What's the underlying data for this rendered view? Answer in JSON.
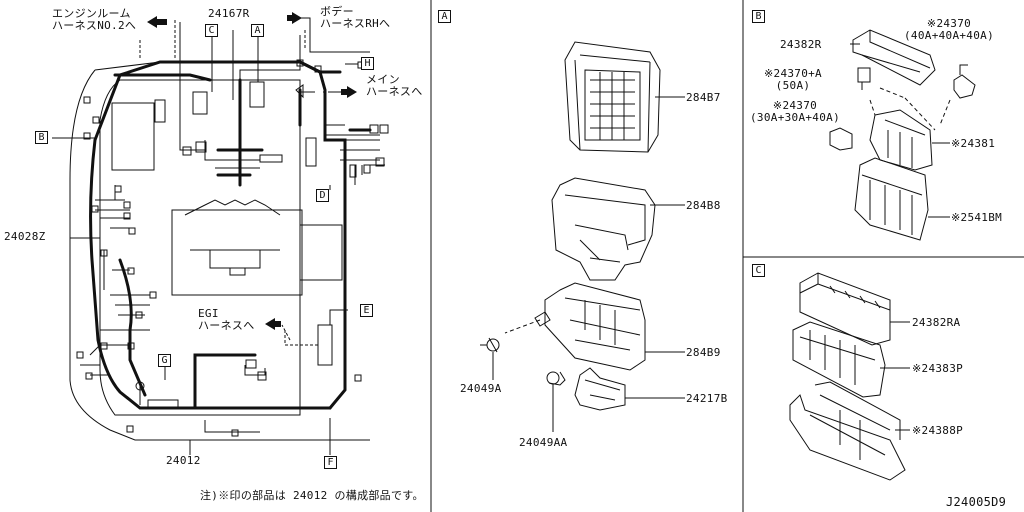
{
  "panels": {
    "left": {
      "callouts": {
        "engine_room": "エンジンルーム\nハーネスNO.2へ",
        "p24167R": "24167R",
        "body_rh": "ボデー\nハーネスRHへ",
        "main": "メイン\nハーネスへ",
        "p24028Z": "24028Z",
        "egi": "EGI\nハーネスへ",
        "p24012": "24012"
      },
      "markers": [
        "C",
        "A",
        "H",
        "B",
        "D",
        "E",
        "G",
        "F"
      ]
    },
    "A": {
      "tag": "A",
      "parts": [
        "284B7",
        "284B8",
        "284B9",
        "24217B",
        "24049A",
        "24049AA"
      ]
    },
    "B": {
      "tag": "B",
      "parts": [
        "※24370\n(40A+40A+40A)",
        "24382R",
        "※24370+A\n(50A)",
        "※24370\n(30A+30A+40A)",
        "※24381",
        "※2541BM"
      ]
    },
    "C": {
      "tag": "C",
      "parts": [
        "24382RA",
        "※24383P",
        "※24388P"
      ]
    }
  },
  "footnote": "注)※印の部品は 24012 の構成部品です。",
  "diagram_id": "J24005D9"
}
